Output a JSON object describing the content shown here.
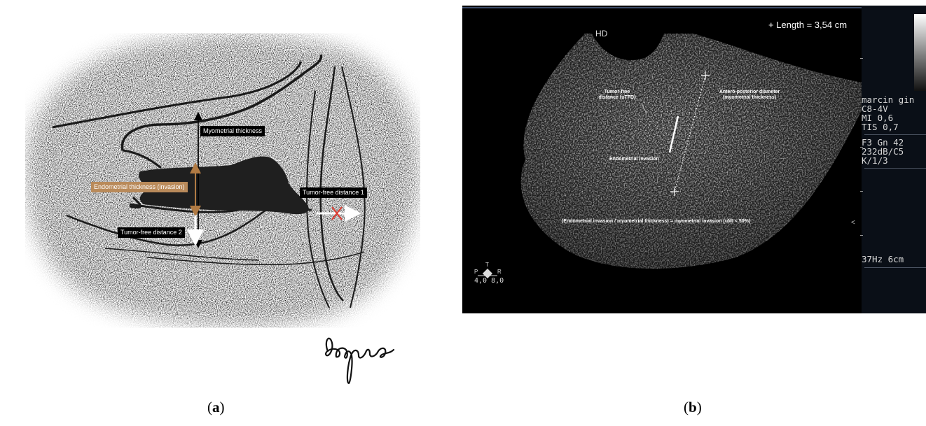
{
  "panel_a": {
    "labels": {
      "myometrial_thickness": "Myometrial thickness",
      "endometrial_thickness": "Endometrial thickness (invasion)",
      "tumor_free_1": "Tumor-free distance 1",
      "tumor_free_2": "Tumor-free distance 2"
    },
    "signature": "Bayle",
    "caption": "(a)",
    "colors": {
      "orange_label": "#b98a5a",
      "arrow_orange": "#b07a43",
      "cross": "#e03a2f"
    }
  },
  "panel_b": {
    "probe_label": "HD",
    "length_readout": "+ Length = 3,54 cm",
    "annotations": {
      "tumor_free": "Tumor-free\ndistance (uTFD)",
      "antero_posterior": "Antero-posterior diameter\n(myometrial thickness)",
      "endometrial_invasion": "Endometrial invasion",
      "formula": "(Endometrial invasion / myometrial thickness) = myometrial invasion (uMI < 50%)"
    },
    "orientation": {
      "top": "T",
      "left": "P",
      "right": "R",
      "values": "4,0 8,0"
    },
    "side_panel": {
      "lines": [
        "marcin gin",
        "C8-4V",
        "MI 0,6",
        "TIS 0,7",
        "F3   Gn 42",
        "232dB/C5",
        "K/1/3",
        "37Hz   6cm"
      ],
      "marker": "<"
    },
    "caption": "(b)"
  }
}
